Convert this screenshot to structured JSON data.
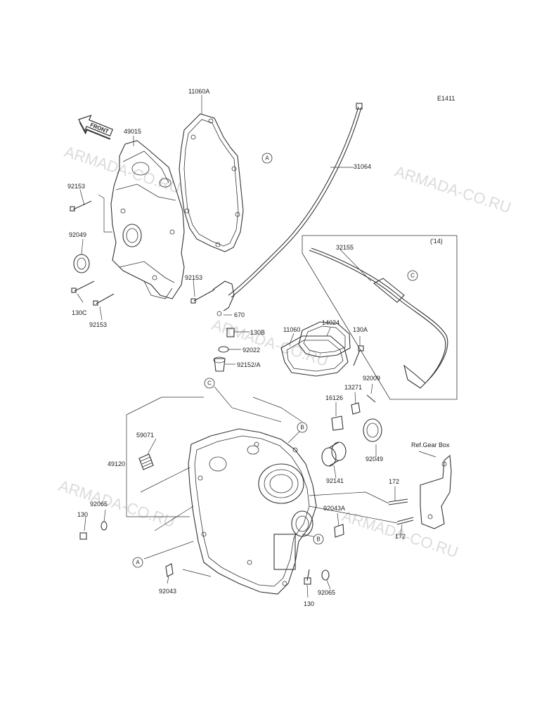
{
  "diagram_code": "E1411",
  "front_label": "FRONT",
  "watermark": "ARMADA-CO.RU",
  "note_year": "('14)",
  "ref_label": "Ref.Gear Box",
  "callouts": {
    "a": "A",
    "b": "B",
    "c": "C"
  },
  "parts": {
    "p11060A": "11060A",
    "p49015": "49015",
    "p92153_a": "92153",
    "p92049_a": "92049",
    "p130C": "130C",
    "p92153_b": "92153",
    "p92153_c": "92153",
    "p670": "670",
    "p31064": "31064",
    "p32155": "32155",
    "p130B": "130B",
    "p92022": "92022",
    "p92152A": "92152/A",
    "p11060": "11060",
    "p14024": "14024",
    "p130A": "130A",
    "p92009": "92009",
    "p13271": "13271",
    "p16126": "16126",
    "p92049_b": "92049",
    "p59071": "59071",
    "p49120": "49120",
    "p92141": "92141",
    "p172_a": "172",
    "p172_b": "172",
    "p92065_a": "92065",
    "p130_a": "130",
    "p92043A": "92043A",
    "p92043": "92043",
    "p130_b": "130",
    "p92065_b": "92065"
  }
}
